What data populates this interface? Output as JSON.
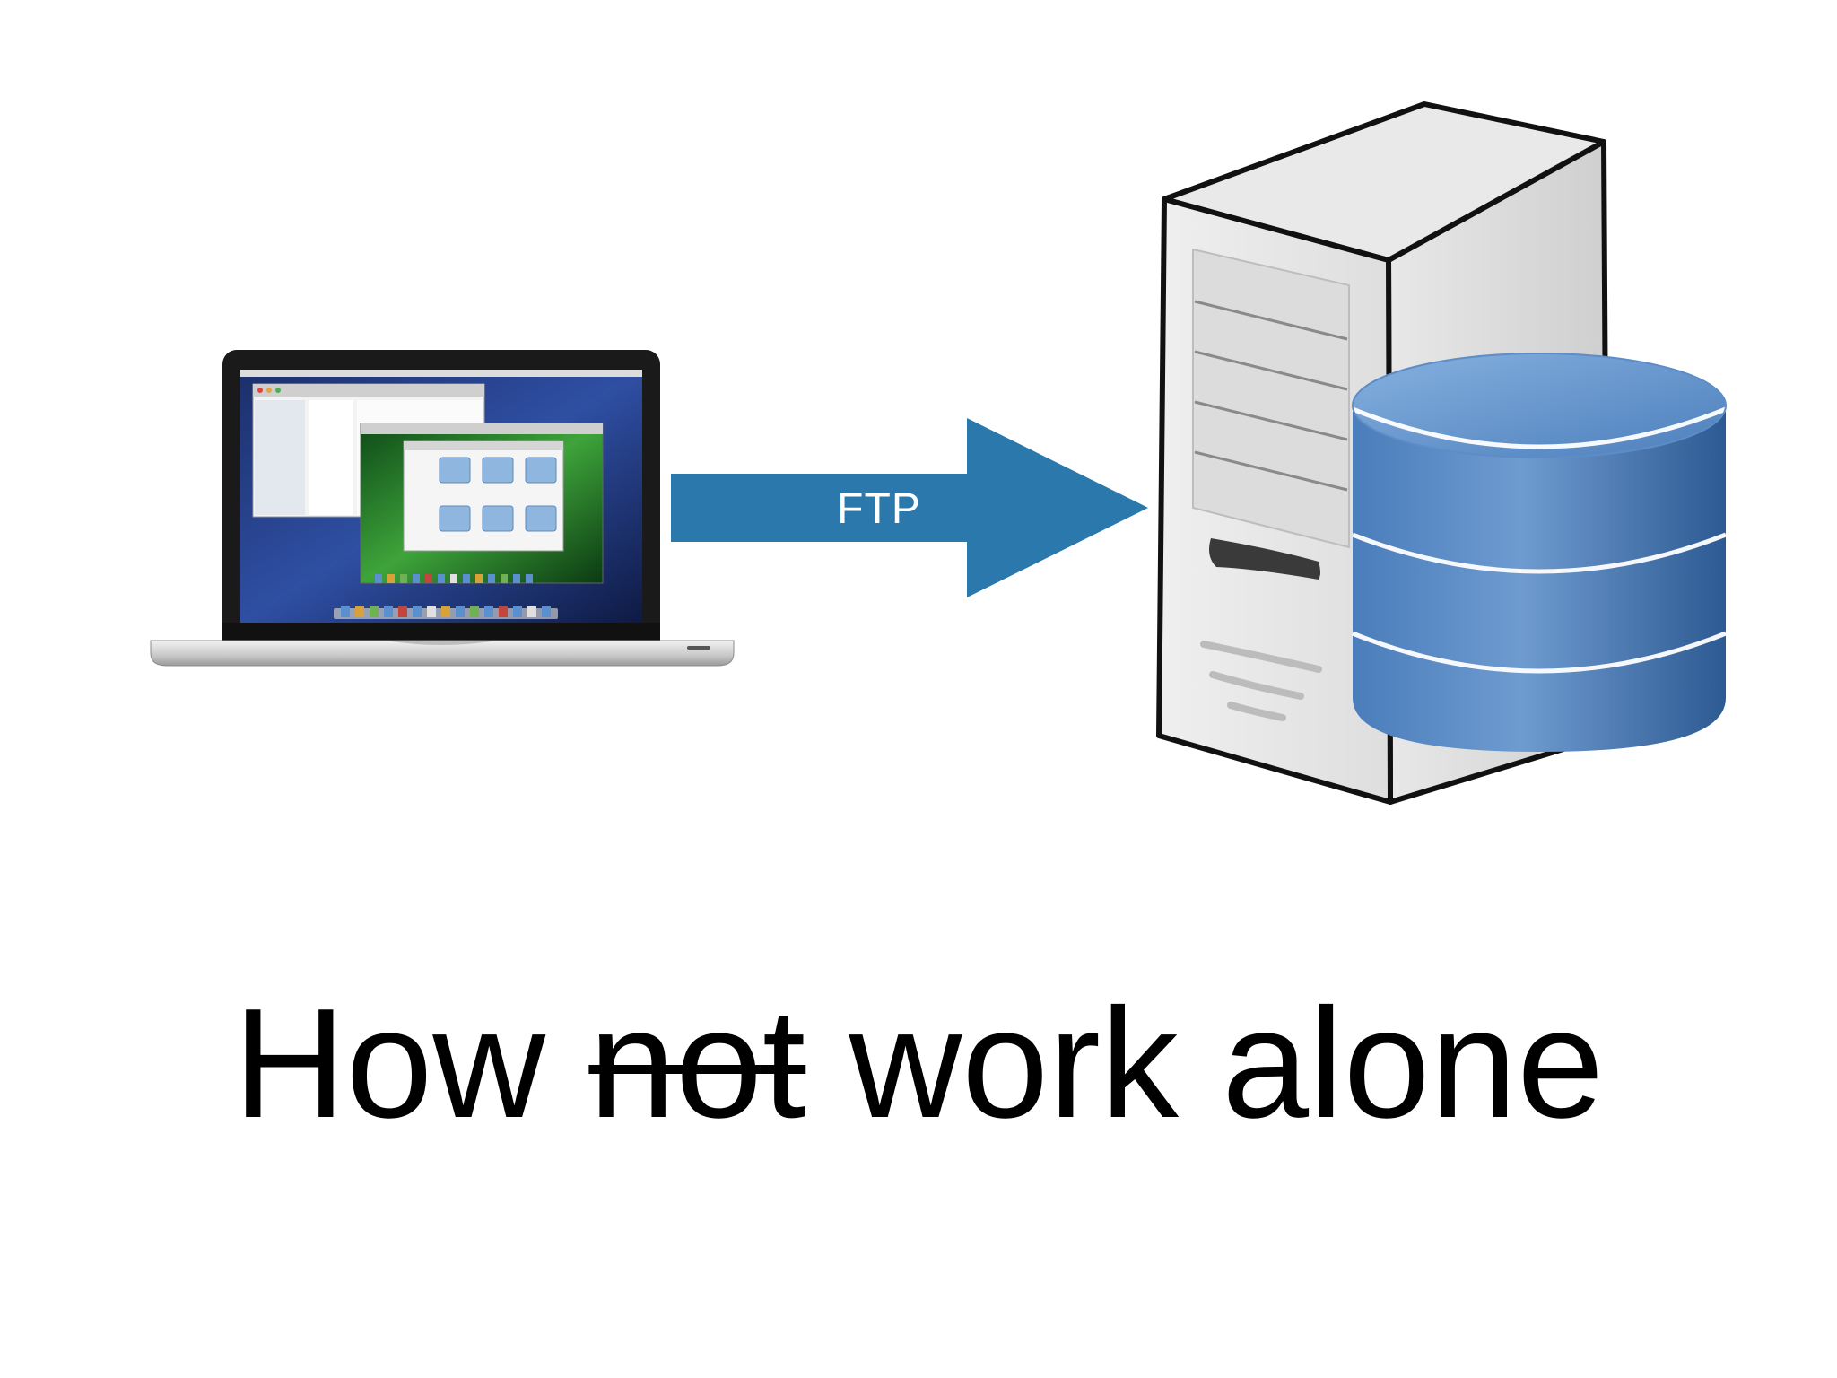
{
  "arrow": {
    "label": "FTP",
    "color": "#2a78ac"
  },
  "title": {
    "word_1": "How",
    "struck_word": "not",
    "rest": "work alone"
  },
  "icons": {
    "client": "laptop-icon",
    "server": "server-tower-icon",
    "storage": "database-icon"
  },
  "colors": {
    "background": "#ffffff",
    "database_blue": "#3c6fa8",
    "server_gray": "#d6d6d6"
  }
}
